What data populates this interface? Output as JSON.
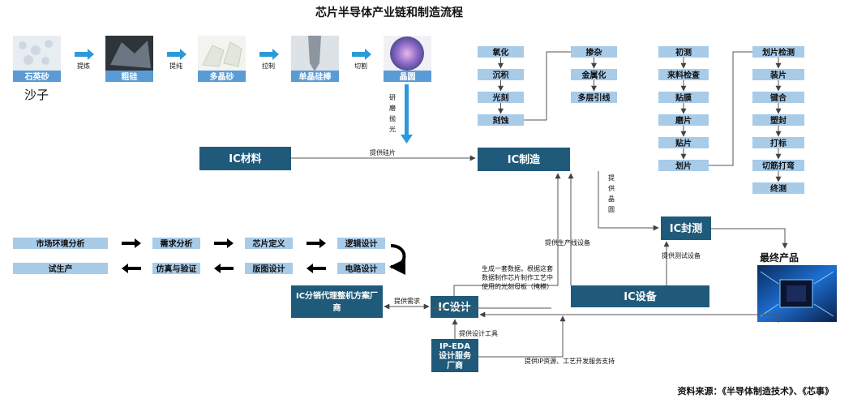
{
  "title": "芯片半导体产业链和制造流程",
  "source": "资料来源：《半导体制造技术》、《芯事》",
  "colors": {
    "blue": "#5b9bd5",
    "dark": "#1f5a7a",
    "light": "#a8cbe8",
    "arrow": "#2b9ad8"
  },
  "materials": {
    "caption": "沙子",
    "items": [
      "石英砂",
      "粗硅",
      "多晶砂",
      "单晶硅棒",
      "晶圆"
    ],
    "steps": [
      "提炼",
      "提纯",
      "拉制",
      "切割"
    ],
    "polish": [
      "研",
      "磨",
      "抛",
      "光"
    ]
  },
  "nodes": {
    "ic_material": "IC材料",
    "ic_manufacture": "IC制造",
    "ic_package": "IC封测",
    "ic_equipment": "IC设备",
    "ic_design": "IC设计",
    "eda": [
      "IP-EDA",
      "设计服务",
      "厂商"
    ],
    "distributor": [
      "IC分销代理整机方案厂",
      "商"
    ],
    "final_product": "最终产品"
  },
  "fab_steps_a": [
    "氧化",
    "沉积",
    "光刻",
    "刻蚀"
  ],
  "fab_steps_b": [
    "掺杂",
    "金属化",
    "多层引线"
  ],
  "test_steps_a": [
    "初测",
    "来料检查",
    "贴膜",
    "磨片",
    "贴片",
    "划片"
  ],
  "test_steps_b": [
    "划片检测",
    "装片",
    "键合",
    "塑封",
    "打标",
    "切筋打弯",
    "终测"
  ],
  "design_flow_top": [
    "市场环境分析",
    "需求分析",
    "芯片定义",
    "逻辑设计"
  ],
  "design_flow_bottom": [
    "试生产",
    "仿真与验证",
    "版图设计",
    "电路设计"
  ],
  "labels": {
    "supply_wafer": "提供硅片",
    "supply_line_equipment": "提供生产线设备",
    "supply_test_equipment": "提供测试设备",
    "supply_demand": "提供需求",
    "supply_design_tools": "提供设计工具",
    "supply_ip": "提供IP资源、工艺开发服务支持",
    "provide_wafer_vertical": [
      "提",
      "供",
      "晶",
      "圆"
    ],
    "design_note": [
      "生成一套数据，根据这套",
      "数据制作芯片制作工艺中",
      "使用的光刻母板（掩模）"
    ]
  }
}
